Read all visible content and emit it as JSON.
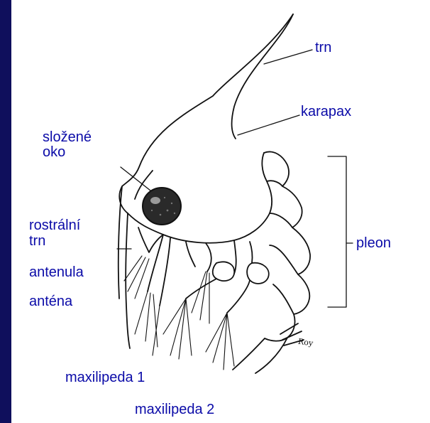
{
  "labels": {
    "trn": "trn",
    "karapax": "karapax",
    "slozene_oko_line1": "složené",
    "slozene_oko_line2": "oko",
    "rostralni_trn_line1": "rostrální",
    "rostralni_trn_line2": "trn",
    "antenula": "antenula",
    "antena": "anténa",
    "pleon": "pleon",
    "maxilipeda_1": "maxilipeda 1",
    "maxilipeda_2": "maxilipeda 2"
  },
  "signature": "Roy",
  "colors": {
    "frame_background": "#0f0f5c",
    "label_text": "#0b0ba8",
    "drawing_ink": "#111111",
    "canvas": "#ffffff"
  }
}
